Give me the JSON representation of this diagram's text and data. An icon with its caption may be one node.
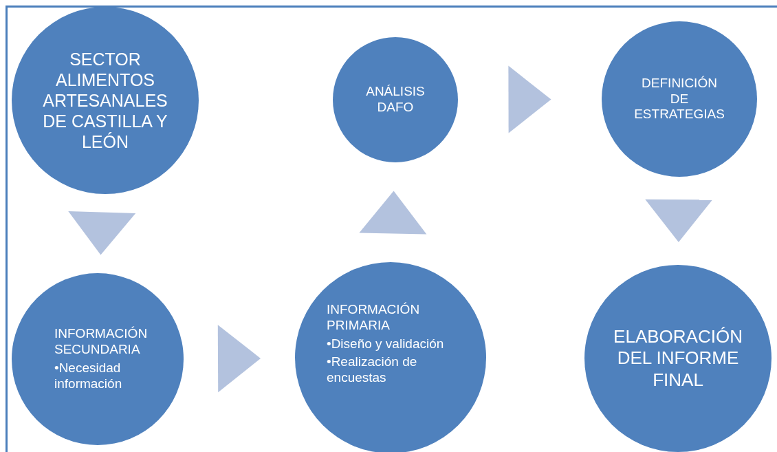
{
  "diagram": {
    "nodes": [
      {
        "text": [
          "SECTOR ALIMENTOS ARTESANALES DE CASTILLA Y LEÓN"
        ]
      },
      {
        "text": [
          "INFORMACIÓN SECUNDARIA",
          "•Necesidad información"
        ]
      },
      {
        "text": [
          "INFORMACIÓN PRIMARIA",
          "•Diseño y validación",
          "•Realización de encuestas"
        ]
      },
      {
        "text": [
          "ANÁLISIS DAFO"
        ]
      },
      {
        "text": [
          "DEFINICIÓN DE ESTRATEGIAS"
        ]
      },
      {
        "text": [
          "ELABORACIÓN DEL INFORME FINAL"
        ]
      }
    ],
    "edges": [
      {
        "from": 0,
        "to": 1,
        "arrow": "to"
      },
      {
        "from": 1,
        "to": 2,
        "arrow": "to"
      },
      {
        "from": 2,
        "to": 3,
        "arrow": "to"
      },
      {
        "from": 3,
        "to": 4,
        "arrow": "to"
      },
      {
        "from": 4,
        "to": 5,
        "arrow": "to"
      }
    ]
  }
}
